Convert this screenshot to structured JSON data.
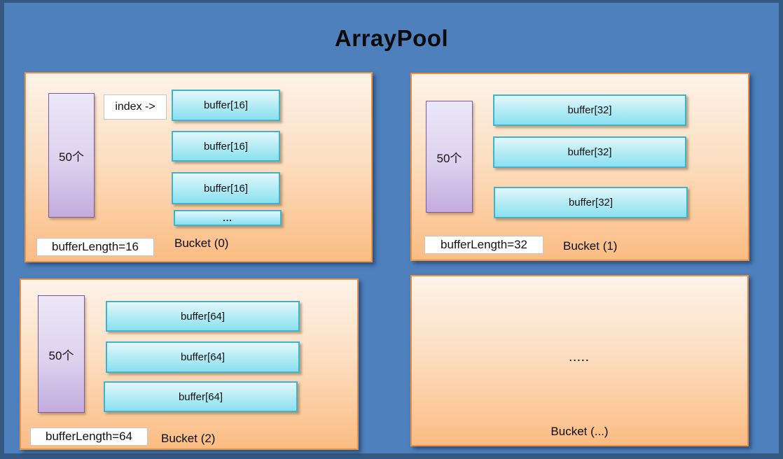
{
  "title": "ArrayPool",
  "colors": {
    "background": "#4d80bc",
    "outer_border": "#345982",
    "panel_border": "#ec9143",
    "panel_fill_top": "#fdf3e9",
    "panel_fill_bottom": "#fbbc83",
    "buffer_border": "#3fb3ce",
    "buffer_fill_top": "#e2f7fb",
    "buffer_fill_bottom": "#8ae0f0",
    "count_border": "#7a5ba3",
    "count_fill_top": "#ece8f7",
    "count_fill_bottom": "#c3abde",
    "label_box_fill": "#ffffff",
    "text": "#000000"
  },
  "buckets": [
    {
      "name": "Bucket (0)",
      "count_label": "50个",
      "index_label": "index ->",
      "buffers": [
        "buffer[16]",
        "buffer[16]",
        "buffer[16]"
      ],
      "more_label": "...",
      "length_label": "bufferLength=16"
    },
    {
      "name": "Bucket (1)",
      "count_label": "50个",
      "buffers": [
        "buffer[32]",
        "buffer[32]",
        "buffer[32]"
      ],
      "length_label": "bufferLength=32"
    },
    {
      "name": "Bucket (2)",
      "count_label": "50个",
      "buffers": [
        "buffer[64]",
        "buffer[64]",
        "buffer[64]"
      ],
      "length_label": "bufferLength=64"
    },
    {
      "name": "Bucket (...)",
      "ellipsis_label": "....."
    }
  ]
}
